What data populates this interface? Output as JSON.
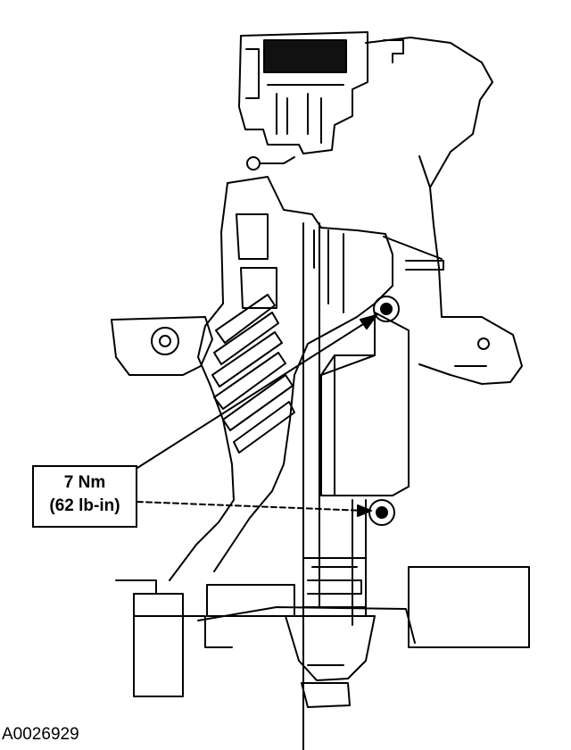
{
  "callout": {
    "torque_nm": "7 Nm",
    "torque_lbin": "(62 lb-in)"
  },
  "figure_id": "A0026929",
  "colors": {
    "line": "#000000",
    "background": "#ffffff"
  }
}
